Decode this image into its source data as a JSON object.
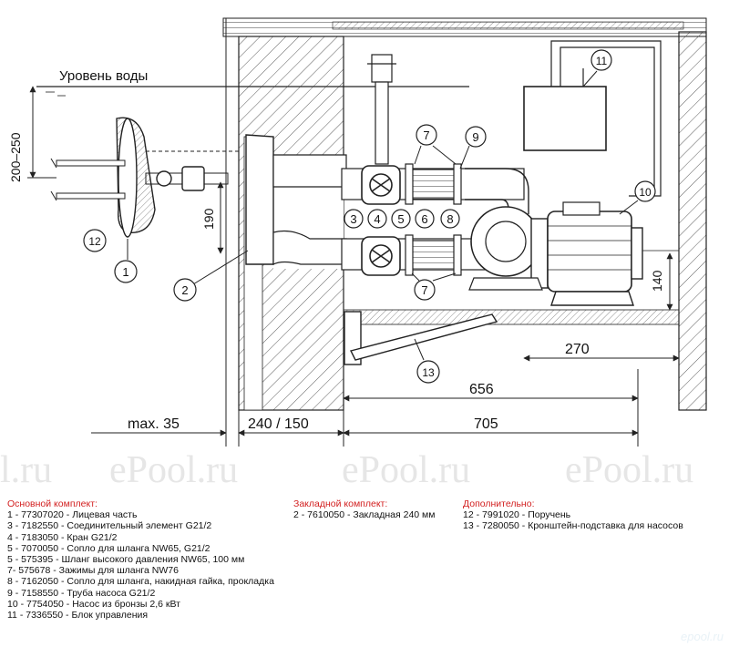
{
  "drawing": {
    "water_level_label": "Уровень воды",
    "dims": {
      "d_200_250": "200–250",
      "d_190": "190",
      "d_140": "140",
      "d_270": "270",
      "d_656": "656",
      "d_max35": "max. 35",
      "d_240_150": "240 / 150",
      "d_705": "705"
    },
    "callouts": [
      "1",
      "2",
      "3",
      "4",
      "5",
      "6",
      "7",
      "8",
      "9",
      "10",
      "11",
      "12",
      "13"
    ]
  },
  "watermarks": [
    "l.ru",
    "ePool.ru",
    "ePool.ru",
    "ePool.ru"
  ],
  "legend": {
    "basic": {
      "header": "Основной комплект:",
      "items": [
        "1 - 77307020 - Лицевая часть",
        "3 - 7182550 - Соединительный элемент G21/2",
        "4 - 7183050 - Кран G21/2",
        "5 - 7070050 - Сопло для шланга NW65, G21/2",
        "5 - 575395 - Шланг высокого давления NW65, 100 мм",
        "7- 575678 - Зажимы для шланга NW76",
        "8 - 7162050 - Сопло для шланга, накидная гайка, прокладка",
        "9 - 7158550 - Труба насоса G21/2",
        "10 - 7754050 - Насос из бронзы 2,6 кВт",
        "11 - 7336550 - Блок управления"
      ]
    },
    "embedded": {
      "header": "Закладной комплект:",
      "items": [
        "2 - 7610050 - Закладная 240 мм"
      ]
    },
    "extra": {
      "header": "Дополнительно:",
      "items": [
        "12 - 7991020 - Поручень",
        "13 - 7280050 - Кронштейн-подставка для насосов"
      ]
    }
  },
  "corner_mark": "epool.ru"
}
